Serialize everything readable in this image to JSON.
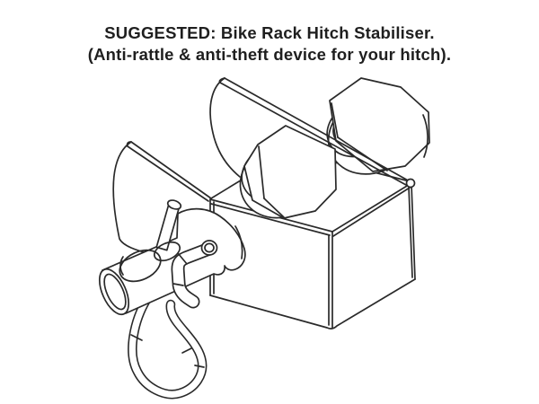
{
  "theme": {
    "background": "#ffffff",
    "line_color": "#2a2a2a",
    "text_color": "#1f1f1f"
  },
  "caption": {
    "line1": "SUGGESTED: Bike Rack Hitch Stabiliser.",
    "line2": "(Anti-rattle & anti-theft device for your hitch)."
  },
  "illustration": {
    "alt": "Isometric CAD line drawing of a bike rack hitch stabiliser clamp: U-shaped clamp body with two flared guide plates, two hex bolts with washers, and a hitch pin with bent handle and R-clip wire loop"
  }
}
